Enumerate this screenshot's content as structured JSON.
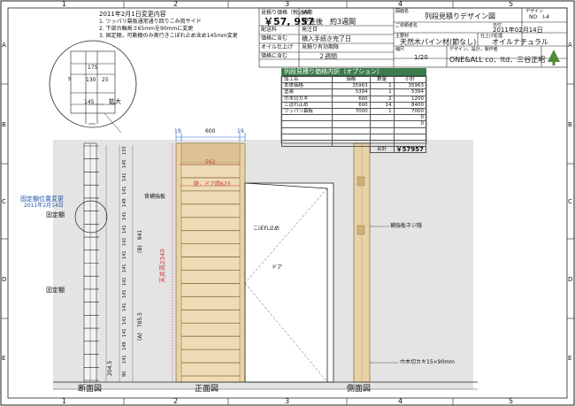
{
  "frame": {
    "columns": [
      "1",
      "2",
      "3",
      "4",
      "5"
    ],
    "rows": [
      "A",
      "B",
      "C",
      "D",
      "E"
    ]
  },
  "notes": {
    "heading": "2011年2月1日変更内容",
    "items": [
      "1. ツッパリ幕板通常通り回りこみ両サイド",
      "2. 下部台輪高さ65mmを90mmに変更",
      "3. 固定棚，可動棚のみ奥行きこぼれ止め含め145mm変更"
    ]
  },
  "estimate": {
    "price_label": "見積り価格（税込み）",
    "price": "￥57, 957",
    "delivery_label": "納期",
    "delivery": "受注後　約3週間",
    "shipping_label": "配送料",
    "shipping": "価格に含む",
    "order_label": "発注日",
    "order": "積入手続き完了日",
    "oil_label": "オイル仕上げ",
    "oil": "価格に含む",
    "validity_label": "見積り有効期限",
    "validity": "２週間"
  },
  "titleblock": {
    "drawing_name_label": "図面名",
    "drawing_name": "列段見積りデザイン図",
    "design_no_label": "デザイン",
    "design_no": "NO　I-4",
    "client_label": "ご依頼者名",
    "date_label": "日付",
    "date": "2011年02月14日",
    "material_label": "主要材",
    "material": "天然木パイン材(節なし)",
    "finish_label": "仕上げ処理",
    "finish": "オイルナチュラル",
    "scale_label": "縮尺",
    "scale": "1/20",
    "maker_label": "デザイン，設計，製作者",
    "maker": "ONE&ALL co．ltd．三谷正昭"
  },
  "options": {
    "title": "列段見積り価格内訳（オプション）",
    "headers": [
      "加工名",
      "価格",
      "数量",
      "小計"
    ],
    "rows": [
      [
        "本体価格",
        "35963",
        "1",
        "35963"
      ],
      [
        "塗装",
        "5394",
        "1",
        "5394"
      ],
      [
        "巾木切カキ",
        "600",
        "2",
        "1200"
      ],
      [
        "こぼれ止め",
        "600",
        "14",
        "8400"
      ],
      [
        "ツッパリ幕板",
        "7000",
        "1",
        "7000"
      ],
      [
        "",
        "",
        "",
        "0"
      ],
      [
        "",
        "",
        "",
        "0"
      ],
      [
        "",
        "",
        "",
        ""
      ],
      [
        "",
        "",
        "",
        ""
      ],
      [
        "",
        "",
        "",
        ""
      ]
    ],
    "total_label": "合計",
    "total": "￥57957"
  },
  "detail": {
    "dims": [
      "175",
      "5",
      "130",
      "25",
      "145"
    ],
    "enlarge_label": "拡大"
  },
  "section": {
    "caption": "断面図",
    "change_note_1": "固定棚位置変更",
    "change_note_2": "2011年2月14日",
    "fixed_shelf_1": "固定棚",
    "fixed_shelf_2": "固定棚",
    "shelf_dims": [
      "133",
      "145",
      "141",
      "141",
      "149",
      "141",
      "141",
      "141",
      "141",
      "141",
      "141",
      "141",
      "141",
      "141",
      "141",
      "149",
      "141",
      "90"
    ],
    "left_dims": [
      "(B)　941",
      "(A)　785.5",
      "204.5"
    ]
  },
  "front": {
    "caption": "正面図",
    "top_dims": [
      "19",
      "600",
      "19"
    ],
    "inner_width": "562",
    "total_height": "天井高2340",
    "wall_note": "壁，ドア間623",
    "back_panel": "背補強板",
    "spill_stop": "こぼれ止め",
    "door": "ドア"
  },
  "side": {
    "caption": "側面図",
    "screw_note": "補強板ネジ隠",
    "baseboard_note": "巾木切カキ15×90mm"
  }
}
